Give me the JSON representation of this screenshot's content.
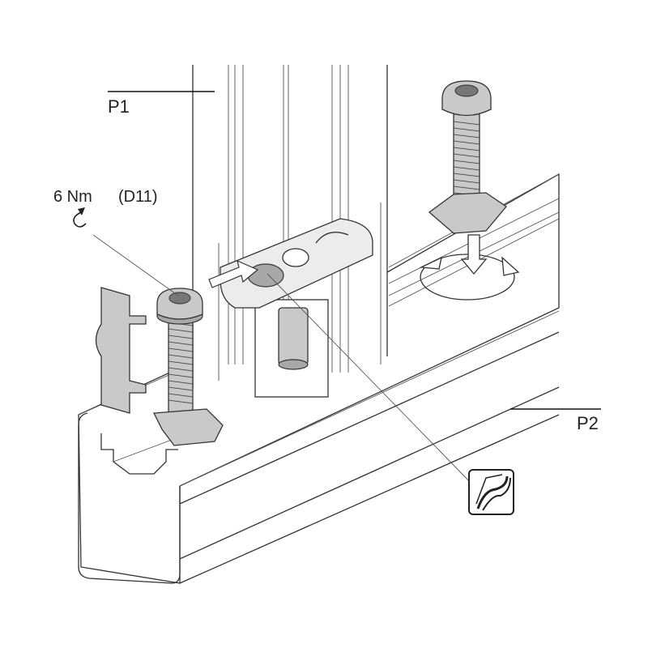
{
  "labels": {
    "p1": "P1",
    "p2": "P2",
    "torque": "6 Nm",
    "reference": "(D11)"
  },
  "icons": [
    "rotation-arrow-icon",
    "drill-icon"
  ]
}
